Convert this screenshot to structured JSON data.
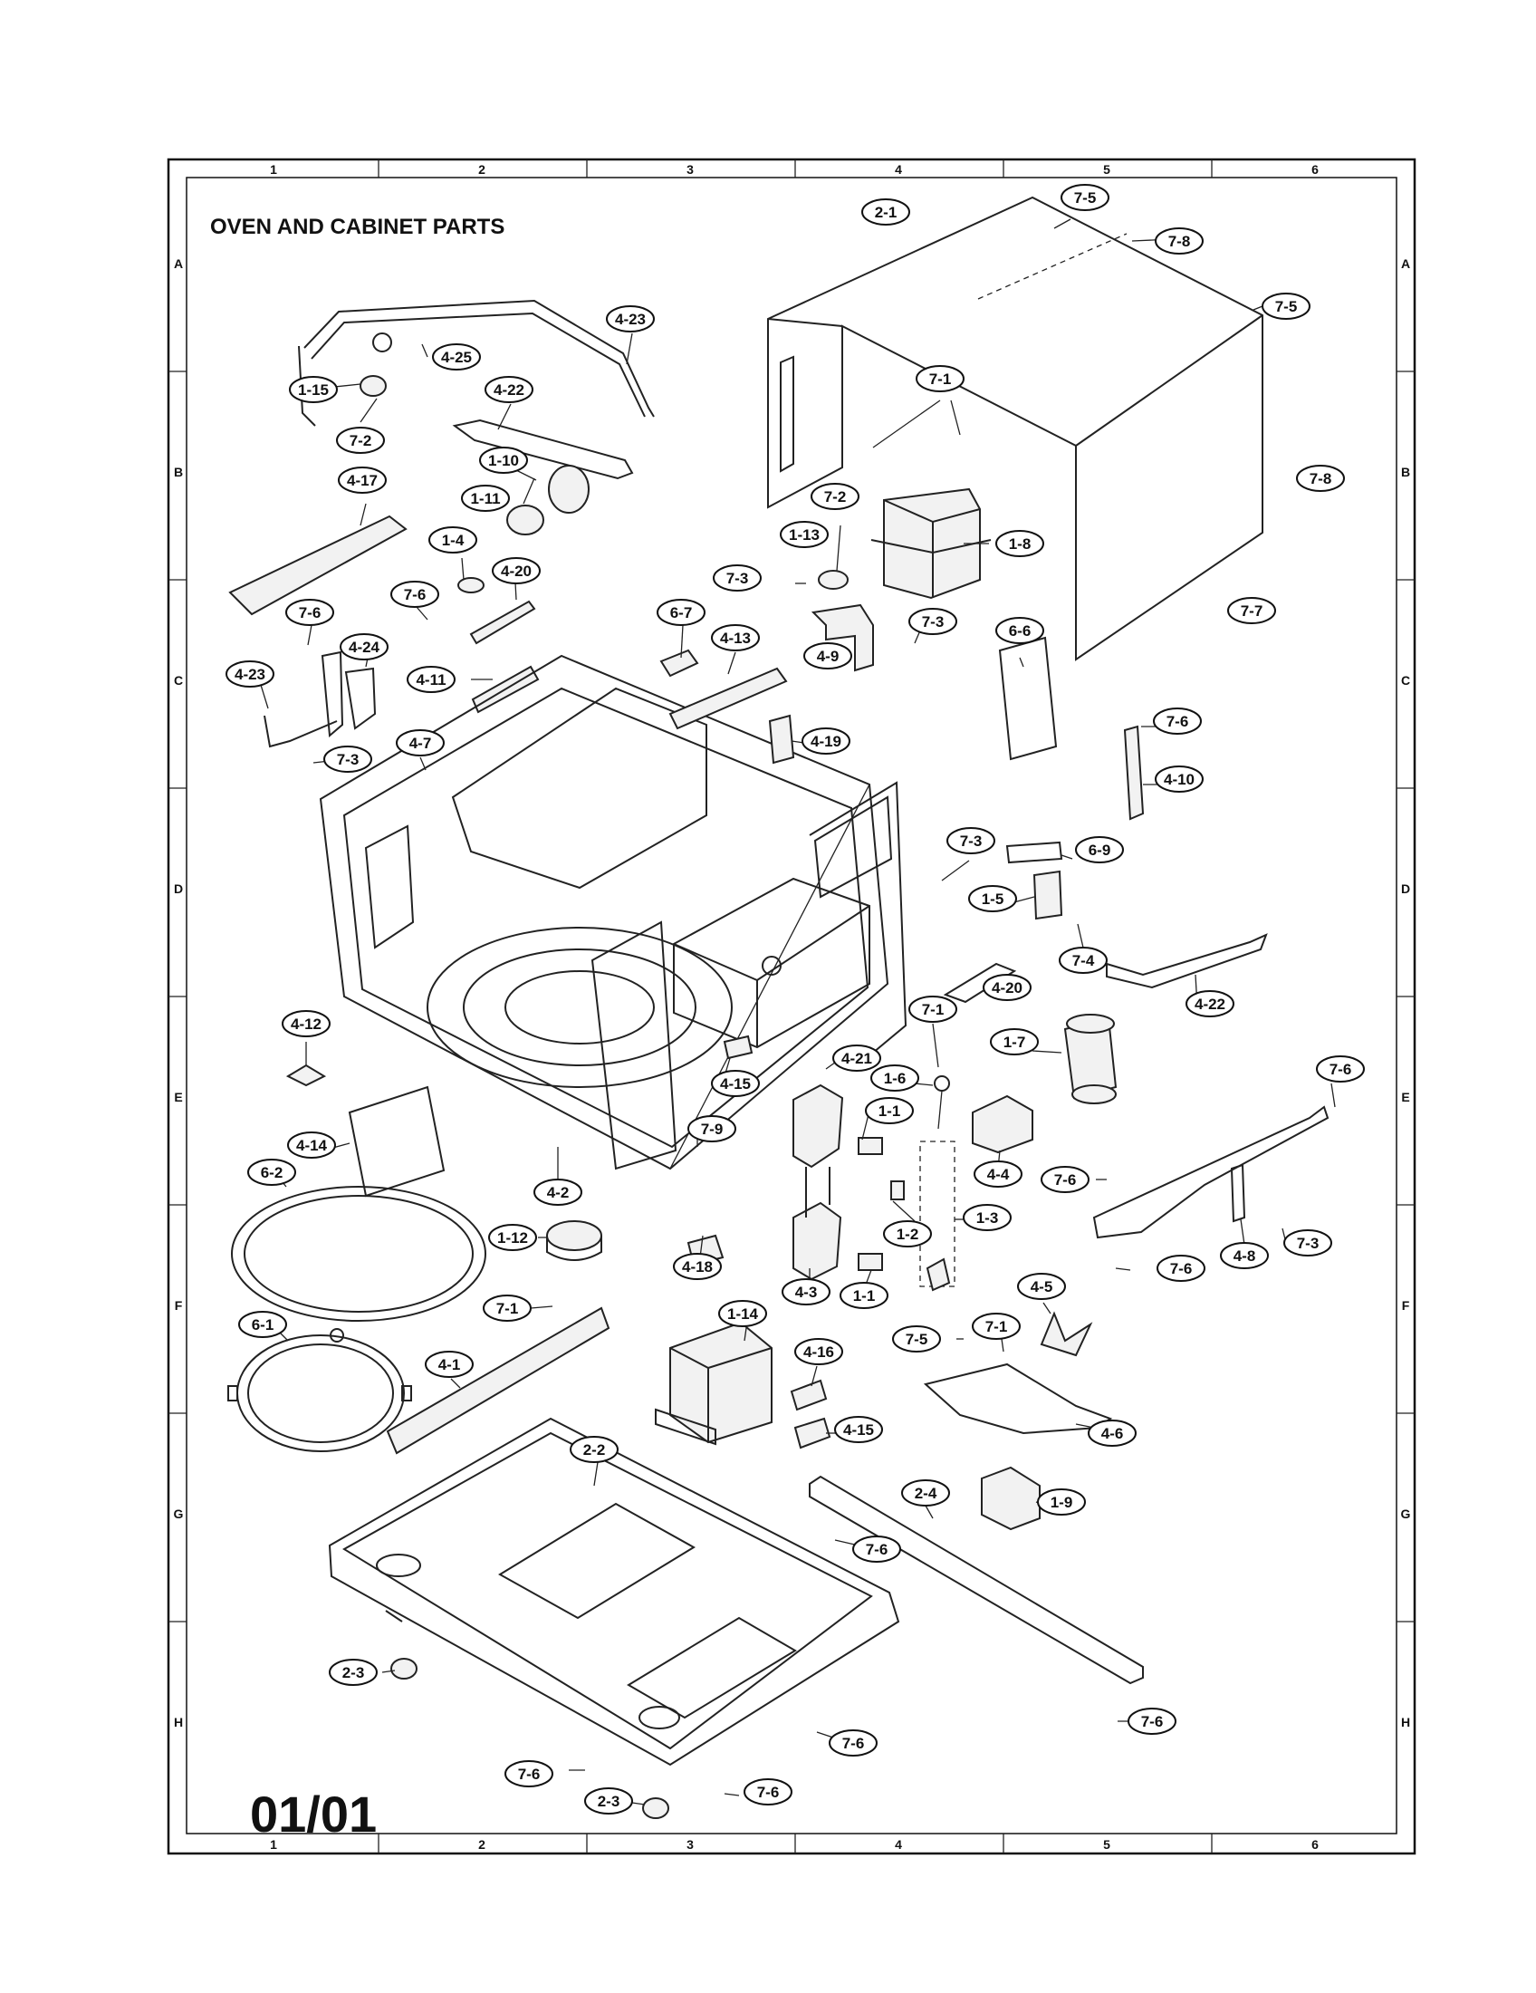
{
  "title": "OVEN AND CABINET PARTS",
  "page_number": "01/01",
  "grid": {
    "columns": [
      "1",
      "2",
      "3",
      "4",
      "5",
      "6"
    ],
    "rows": [
      "A",
      "B",
      "C",
      "D",
      "E",
      "F",
      "G",
      "H"
    ]
  },
  "callouts": [
    "2-1",
    "7-5",
    "7-8",
    "7-5",
    "7-1",
    "7-8",
    "1-8",
    "7-7",
    "7-2",
    "1-13",
    "7-3",
    "7-3",
    "4-9",
    "4-23",
    "4-25",
    "1-15",
    "7-2",
    "4-22",
    "1-10",
    "1-11",
    "4-17",
    "1-4",
    "4-20",
    "7-6",
    "7-6",
    "4-24",
    "4-11",
    "4-23",
    "7-3",
    "4-7",
    "6-7",
    "4-13",
    "4-19",
    "6-6",
    "7-6",
    "4-10",
    "7-3",
    "6-9",
    "1-5",
    "7-4",
    "4-20",
    "4-22",
    "4-12",
    "4-21",
    "4-15",
    "7-9",
    "7-1",
    "1-7",
    "1-6",
    "1-1",
    "4-14",
    "6-2",
    "4-2",
    "1-12",
    "4-4",
    "1-2",
    "1-3",
    "4-3",
    "1-1",
    "7-1",
    "7-6",
    "7-6",
    "4-8",
    "7-3",
    "7-6",
    "4-18",
    "1-14",
    "6-1",
    "4-16",
    "4-1",
    "4-15",
    "4-5",
    "7-5",
    "7-1",
    "4-6",
    "1-9",
    "2-2",
    "2-4",
    "7-6",
    "2-3",
    "7-6",
    "7-6",
    "7-6",
    "2-3",
    "7-6"
  ]
}
